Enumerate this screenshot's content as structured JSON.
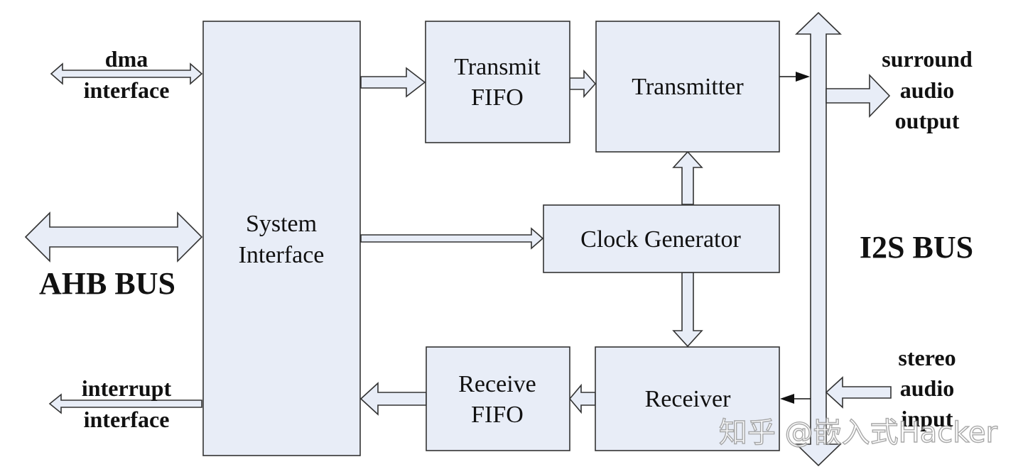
{
  "blocks": {
    "system_interface": [
      "System",
      "Interface"
    ],
    "transmit_fifo": [
      "Transmit",
      "FIFO"
    ],
    "transmitter": "Transmitter",
    "clock_generator": "Clock Generator",
    "receive_fifo": [
      "Receive",
      "FIFO"
    ],
    "receiver": "Receiver"
  },
  "external": {
    "dma_interface": [
      "dma",
      "interface"
    ],
    "ahb_bus": "AHB BUS",
    "interrupt_interface": [
      "interrupt",
      "interface"
    ],
    "i2s_bus": "I2S BUS",
    "surround_output": [
      "surround",
      "audio",
      "output"
    ],
    "stereo_input": [
      "stereo",
      "audio",
      "input"
    ]
  },
  "watermark": "知乎 @嵌入式Hacker",
  "colors": {
    "block_fill": "#e8edf7",
    "stroke": "#333333",
    "text": "#111111"
  }
}
